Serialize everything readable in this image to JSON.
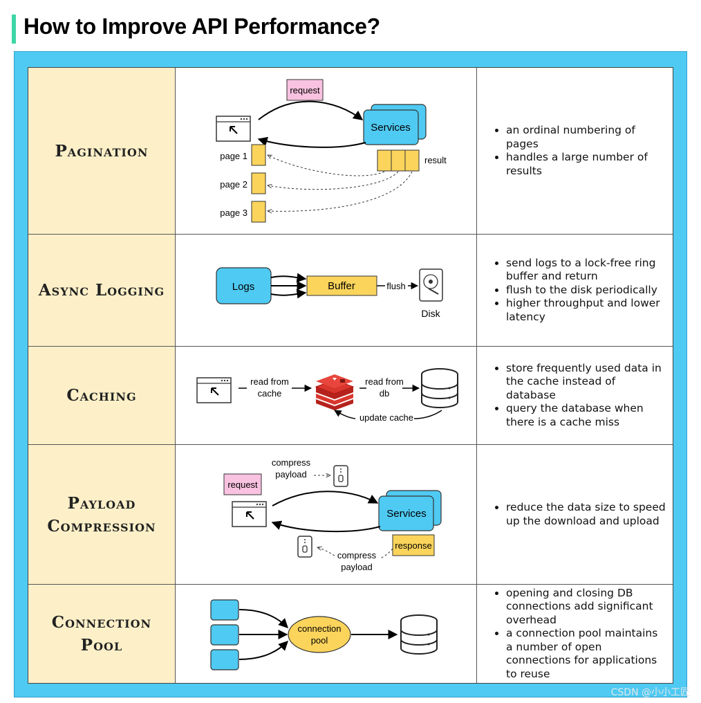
{
  "title": "How to Improve API Performance?",
  "watermark": "CSDN @小小工匠",
  "colors": {
    "frame": "#4fcaf2",
    "label_bg": "#fdf0c8",
    "service_blue": "#4fcaf2",
    "page_yellow": "#fbd45c",
    "request_pink": "#f9c2e0",
    "accent": "#3fd6a6"
  },
  "rows": [
    {
      "label": "Pagination",
      "notes": [
        "an ordinal numbering of pages",
        "handles a large number of results"
      ],
      "diagram": {
        "request": "request",
        "services": "Services",
        "result": "result",
        "pages": [
          "page 1",
          "page 2",
          "page 3"
        ],
        "icons": [
          "browser-window-icon",
          "services-stack-icon"
        ]
      }
    },
    {
      "label": "Async Logging",
      "notes": [
        "send logs to a lock-free ring buffer and return",
        "flush to the disk periodically",
        "higher throughput and lower latency"
      ],
      "diagram": {
        "logs": "Logs",
        "buffer": "Buffer",
        "flush": "flush",
        "disk": "Disk",
        "icons": [
          "hard-disk-icon"
        ]
      }
    },
    {
      "label": "Caching",
      "notes": [
        "store frequently used data in the cache instead of database",
        "query the database when there is a cache miss"
      ],
      "diagram": {
        "read_cache_1": "read from",
        "read_cache_2": "cache",
        "read_db_1": "read from",
        "read_db_2": "db",
        "update": "update cache",
        "icons": [
          "browser-window-icon",
          "redis-cache-icon",
          "database-icon"
        ]
      }
    },
    {
      "label": "Payload\nCompression",
      "notes": [
        "reduce the data size to speed up the download and upload"
      ],
      "diagram": {
        "compress_1": "compress",
        "payload_1": "payload",
        "request": "request",
        "services": "Services",
        "response": "response",
        "compress_2": "compress",
        "payload_2": "payload",
        "icons": [
          "zip-file-icon",
          "browser-window-icon"
        ]
      }
    },
    {
      "label": "Connection\nPool",
      "notes": [
        "opening and closing DB connections add significant overhead",
        "a connection pool maintains a number of open connections for applications to reuse"
      ],
      "diagram": {
        "pool_1": "connection",
        "pool_2": "pool",
        "icons": [
          "database-icon"
        ]
      }
    }
  ]
}
